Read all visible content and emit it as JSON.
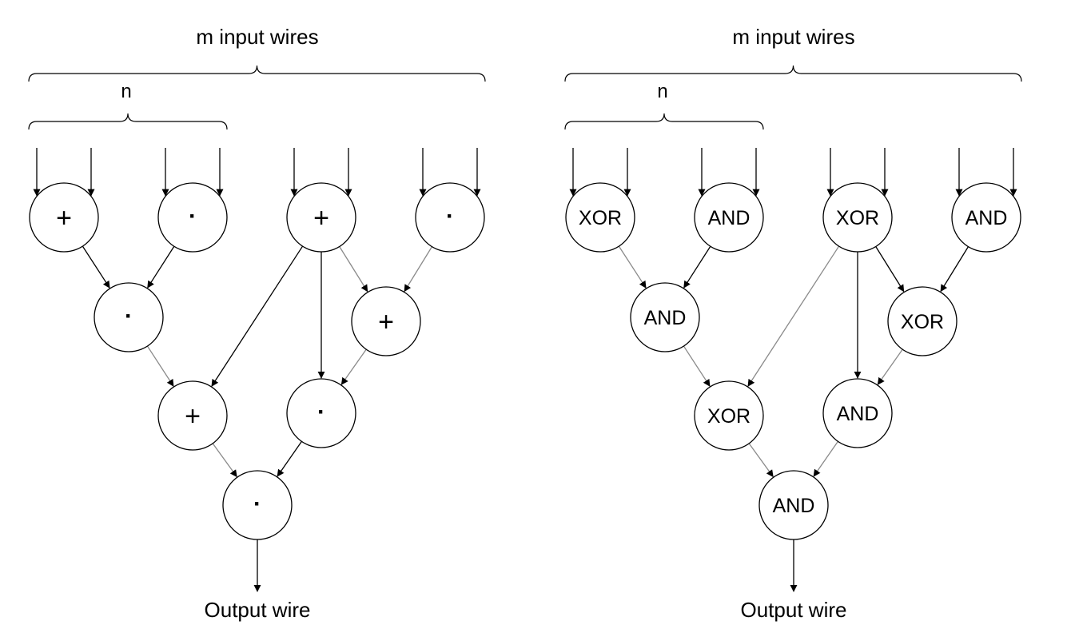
{
  "diagrams": [
    {
      "id": "left",
      "top_label": "m input wires",
      "sub_label": "n",
      "output_label": "Output wire",
      "gates": {
        "L1a": "+",
        "L1b": "·",
        "L1c": "+",
        "L1d": "·",
        "L2a": "·",
        "L2b": "+",
        "L3a": "+",
        "L3b": "·",
        "L4": "·"
      }
    },
    {
      "id": "right",
      "top_label": "m input wires",
      "sub_label": "n",
      "output_label": "Output wire",
      "gates": {
        "L1a": "XOR",
        "L1b": "AND",
        "L1c": "XOR",
        "L1d": "AND",
        "L2a": "AND",
        "L2b": "XOR",
        "L3a": "XOR",
        "L3b": "AND",
        "L4": "AND"
      }
    }
  ],
  "colors": {
    "wire": "#000000",
    "wire_light": "#8a8a8a",
    "gate_fill": "#ffffff"
  }
}
